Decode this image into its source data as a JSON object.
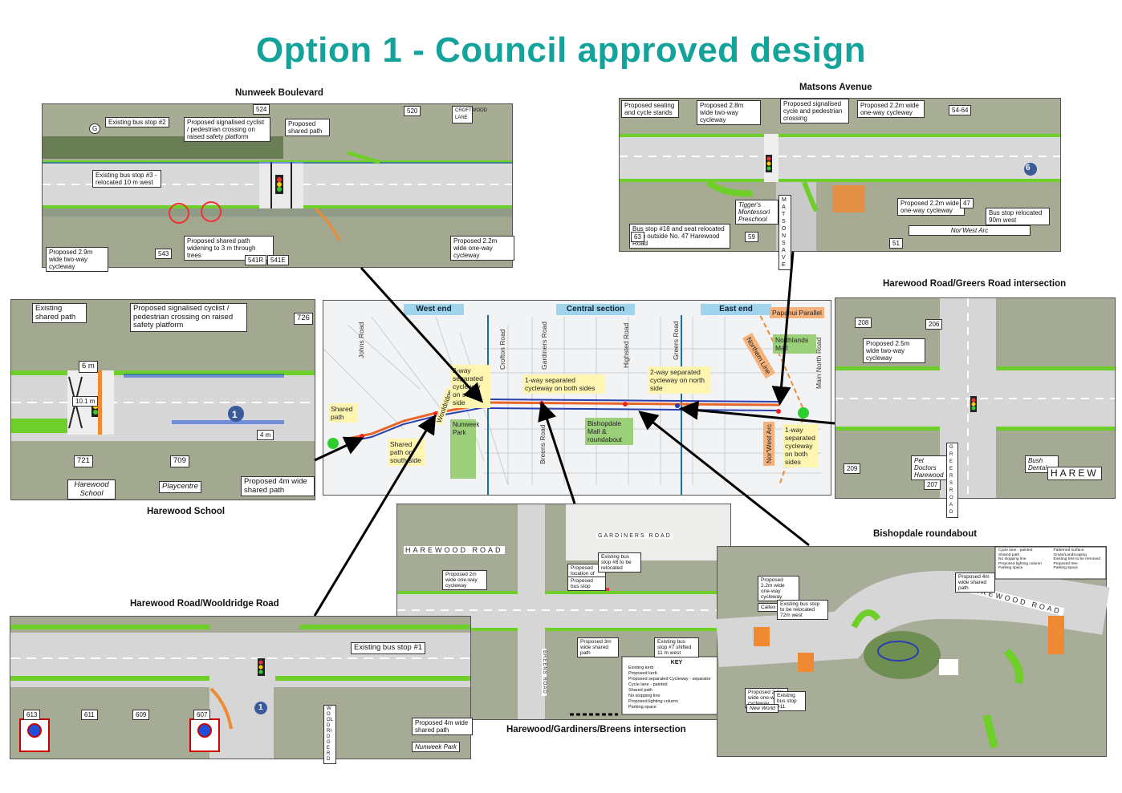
{
  "title": "Option 1 - Council approved design",
  "captions": {
    "nunweek": "Nunweek Boulevard",
    "matsons": "Matsons Avenue",
    "greers": "Harewood Road/Greers Road intersection",
    "school": "Harewood School",
    "wooldridge": "Harewood Road/Wooldridge Road",
    "gardiners": "Harewood/Gardiners/Breens intersection",
    "bishopdale": "Bishopdale roundabout"
  },
  "nunweek_notes": {
    "bus2": "Existing bus stop #2",
    "crossing": "Proposed signalised cyclist / pedestrian crossing on raised safety platform",
    "sharedpath": "Proposed shared path",
    "bus3": "Existing bus stop #3 - relocated 10 m west",
    "widening": "Proposed shared path widening to 3 m through trees",
    "cycle29": "Proposed 2.9m wide two-way cycleway",
    "cycle22": "Proposed 2.2m wide one-way cycleway",
    "n524": "524",
    "n520": "520",
    "n543": "543",
    "n541r": "541R",
    "n541e": "541E",
    "lane": "CROFTWOOD LANE",
    "g": "G"
  },
  "matsons_notes": {
    "seating": "Proposed seating and cycle stands",
    "cycle28": "Proposed 2.8m wide two-way cycleway",
    "crossing": "Proposed signalised cycle and pedestrian crossing",
    "cycle22a": "Proposed 2.2m wide one-way cycleway",
    "cycle22b": "Proposed 2.2m wide one-way cycleway",
    "busreloc": "Bus stop relocated 90m west",
    "bus18": "Bus stop #18 and seat relocated from outside No. 47 Harewood Road",
    "tiggers": "Tigger's Montessori Preschool",
    "norwest": "Nor'West Arc",
    "ave": "MATSONS AVE",
    "n54": "54-64",
    "n47": "47",
    "n51": "51",
    "n59": "59",
    "n63": "63",
    "n6": "6"
  },
  "greers_notes": {
    "cycle25": "Proposed 2.5m wide two-way cycleway",
    "petdoctors": "Pet Doctors Harewood",
    "bush": "Bush Dental",
    "harewood": "HAREW",
    "greers": "GREERS ROAD",
    "n208": "208",
    "n206": "206",
    "n209": "209",
    "n207": "207"
  },
  "school_notes": {
    "existing": "Existing shared path",
    "crossing": "Proposed signalised cyclist / pedestrian crossing on raised safety platform",
    "w6": "6 m",
    "w101": "10.1 m",
    "w4": "4 m",
    "n726": "726",
    "n721": "721",
    "n709": "709",
    "school": "Harewood School",
    "playcentre": "Playcentre",
    "shared4": "Proposed 4m wide shared path",
    "n1": "1"
  },
  "map": {
    "west": "West end",
    "central": "Central section",
    "east": "East end",
    "johns": "Johns Road",
    "crofton": "Crofton Road",
    "gardiners": "Gardiners Road",
    "highsted": "Highsted Road",
    "greers": "Greers Road",
    "breens": "Breens Road",
    "mainnorth": "Main North Road",
    "northern": "Northern Line",
    "papanui": "Papanui Parallel",
    "northlands": "Northlands Mall",
    "norwest": "Nor'West Arc",
    "nunweek": "Nunweek Park",
    "wooldridge": "Wooldridge",
    "shared": "Shared path",
    "sharedsouth": "Shared path on south side",
    "twoway_south": "2-way separated cycleway on south side",
    "oneway": "1-way separated cycleway on both sides",
    "twoway_north": "2-way separated cycleway on north side",
    "bishopdale": "Bishopdale Mall & roundabout",
    "oneway_east": "1-way separated cycleway on both sides"
  },
  "gardiners_notes": {
    "harewood": "HAREWOOD ROAD",
    "gardiners": "GARDINERS ROAD",
    "breens": "BREENS ROAD",
    "cyc1": "Proposed 2m wide one-way cycleway",
    "loc": "Proposed location of bus stop #6",
    "exist": "Existing bus stop #8 to be relocated",
    "propbus": "Proposed bus stop",
    "wide3": "Proposed 3m wide shared path",
    "bus7": "Existing bus stop #7 shifted 11 m west",
    "key": "KEY",
    "legend": [
      "Existing kerb",
      "Proposed kerb",
      "Proposed separated Cycleway - separator",
      "Cycle lane - painted",
      "Shared path",
      "No stopping line",
      "Proposed lighting column",
      "Parking space"
    ]
  },
  "bishopdale_notes": {
    "harewood": "HAREWOOD ROAD",
    "cyc22": "Proposed 2.2m wide one-way cycleway",
    "cafe": "Caltex",
    "busreloc": "Existing bus stop to be relocated 72m west",
    "wide4": "Proposed 4m wide shared path",
    "cyc24": "Proposed 2.4m wide one-way cycleway",
    "bus11": "Existing bus stop #11",
    "nw": "New World",
    "legend": [
      "Cycle lane - painted",
      "Shared path",
      "No stopping line",
      "Proposed lighting column",
      "Parking space",
      "Patterned surface",
      "Grass/Landscaping",
      "Existing tree to be removed",
      "Proposed tree",
      "Parking space"
    ]
  },
  "wooldridge_notes": {
    "bus1": "Existing bus stop #1",
    "shared4": "Proposed 4m wide shared path",
    "nunweekpark": "Nunweek Park",
    "wooldridge": "WOOLDRIDGE RD",
    "n613": "613",
    "n611": "611",
    "n609": "609",
    "n607": "607",
    "n1": "1"
  },
  "colors": {
    "title": "#14a39a",
    "cycleway": "#6fcf2a",
    "sharedpath": "#f08a32",
    "route_blue": "#2a3fb0",
    "route_orange": "#e9662a"
  }
}
